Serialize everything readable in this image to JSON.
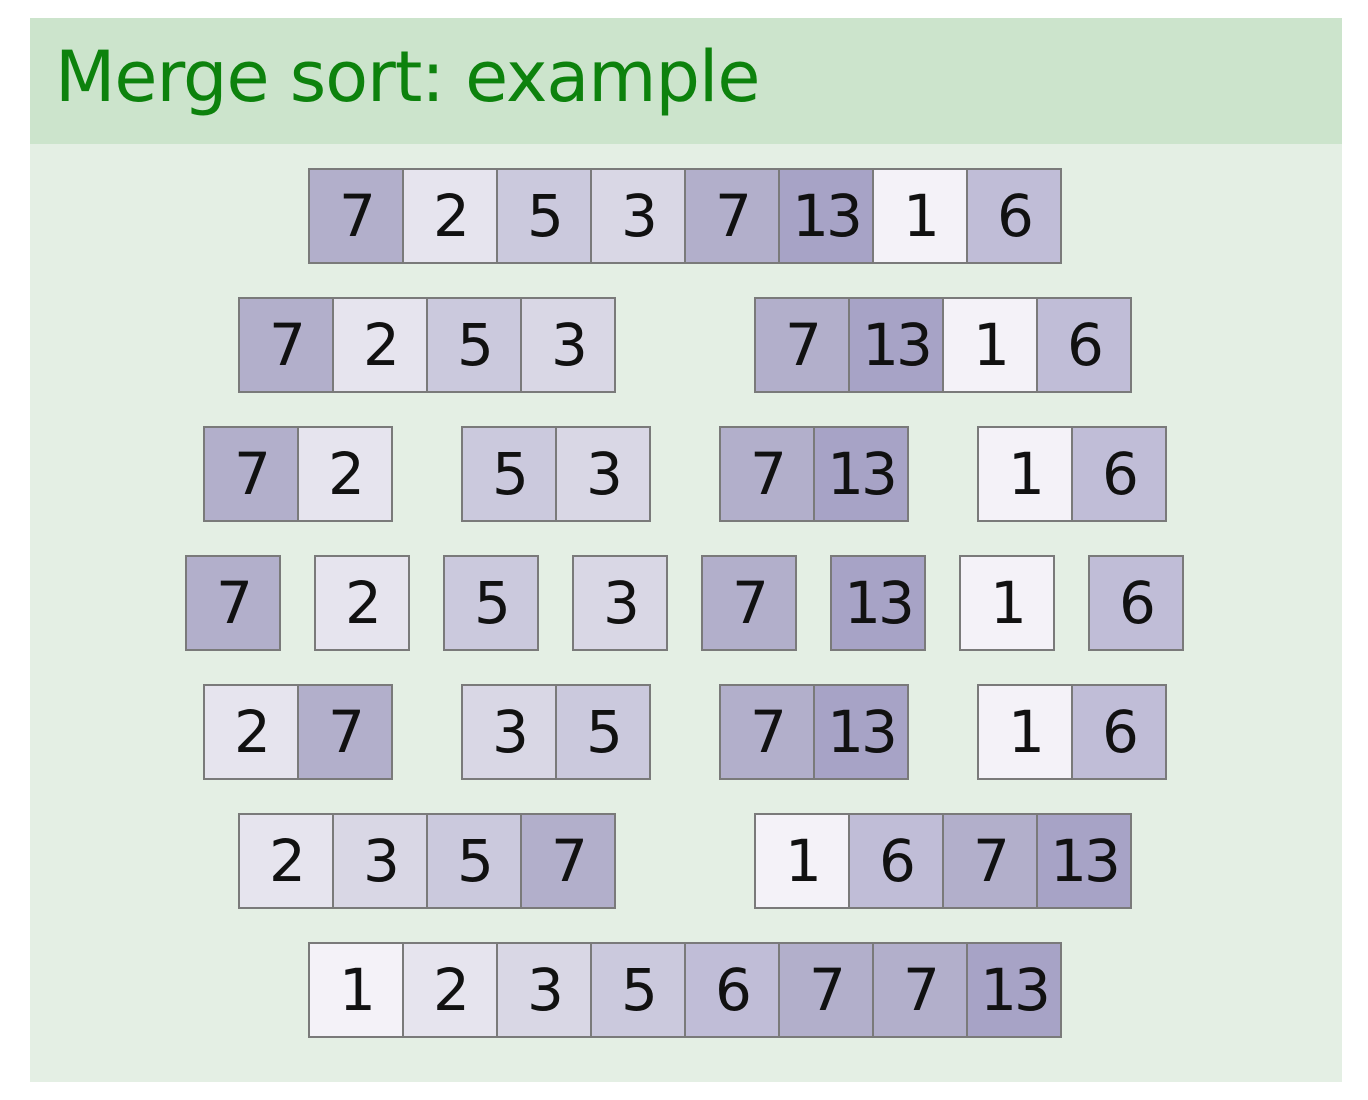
{
  "title": "Merge sort: example",
  "colors": {
    "1": "#f4f2f8",
    "2": "#e6e4ee",
    "3": "#d9d7e5",
    "5": "#cbc9dd",
    "6": "#c0bdd7",
    "7": "#b2afcb",
    "13": "#a7a3c6"
  },
  "rows": [
    [
      [
        7,
        2,
        5,
        3,
        7,
        13,
        1,
        6
      ]
    ],
    [
      [
        7,
        2,
        5,
        3
      ],
      [
        7,
        13,
        1,
        6
      ]
    ],
    [
      [
        7,
        2
      ],
      [
        5,
        3
      ],
      [
        7,
        13
      ],
      [
        1,
        6
      ]
    ],
    [
      [
        7
      ],
      [
        2
      ],
      [
        5
      ],
      [
        3
      ],
      [
        7
      ],
      [
        13
      ],
      [
        1
      ],
      [
        6
      ]
    ],
    [
      [
        2,
        7
      ],
      [
        3,
        5
      ],
      [
        7,
        13
      ],
      [
        1,
        6
      ]
    ],
    [
      [
        2,
        3,
        5,
        7
      ],
      [
        1,
        6,
        7,
        13
      ]
    ],
    [
      [
        1,
        2,
        3,
        5,
        6,
        7,
        7,
        13
      ]
    ]
  ]
}
